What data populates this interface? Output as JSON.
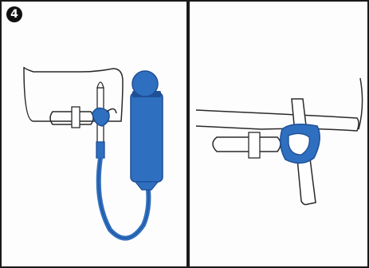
{
  "step": {
    "number": "4"
  },
  "colors": {
    "blue": "#2f6fbf",
    "blue_dark": "#1f4f96",
    "ink": "#2a2a2a"
  },
  "panels": [
    {
      "name": "left-panel",
      "content": "filter-hanging-from-hose"
    },
    {
      "name": "right-panel",
      "content": "strap-clipped-to-bar"
    }
  ]
}
